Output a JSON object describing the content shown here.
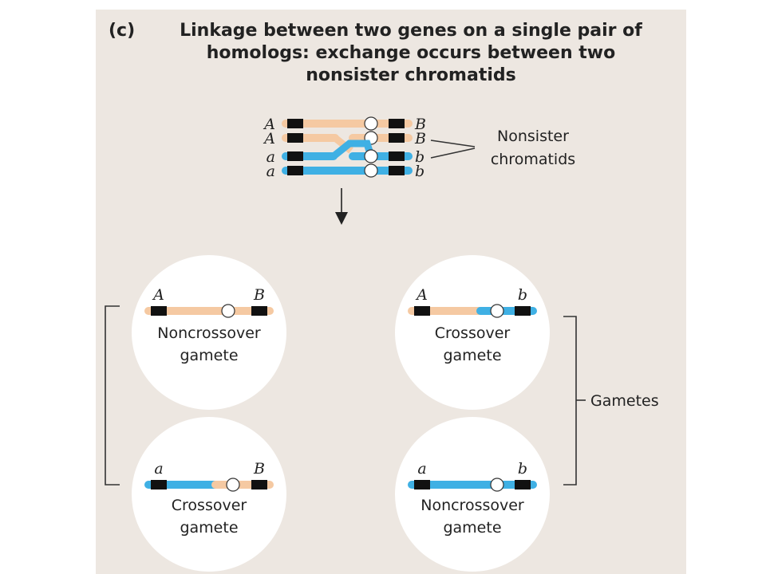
{
  "figure": {
    "panel_label": "(c)",
    "title_lines": [
      "Linkage between two genes on a single pair of",
      "homologs: exchange occurs between two",
      "nonsister chromatids"
    ],
    "colors": {
      "background": "#ede7e1",
      "circle": "#ffffff",
      "chromatid_orange": "#f5c9a2",
      "chromatid_blue": "#3fb0e4",
      "gene_locus": "#111111",
      "centromere": "#ffffff",
      "line": "#333333"
    }
  },
  "chromatids": {
    "left_genes": [
      "A",
      "A",
      "a",
      "a"
    ],
    "right_genes": [
      "B",
      "B",
      "b",
      "b"
    ],
    "nonsister_label_lines": [
      "Nonsister",
      "chromatids"
    ]
  },
  "gametes": [
    {
      "left_gene": "A",
      "right_gene": "B",
      "label_lines": [
        "Noncrossover",
        "gamete"
      ]
    },
    {
      "left_gene": "A",
      "right_gene": "b",
      "label_lines": [
        "Crossover",
        "gamete"
      ]
    },
    {
      "left_gene": "a",
      "right_gene": "B",
      "label_lines": [
        "Crossover",
        "gamete"
      ]
    },
    {
      "left_gene": "a",
      "right_gene": "b",
      "label_lines": [
        "Noncrossover",
        "gamete"
      ]
    }
  ],
  "gametes_label": "Gametes"
}
